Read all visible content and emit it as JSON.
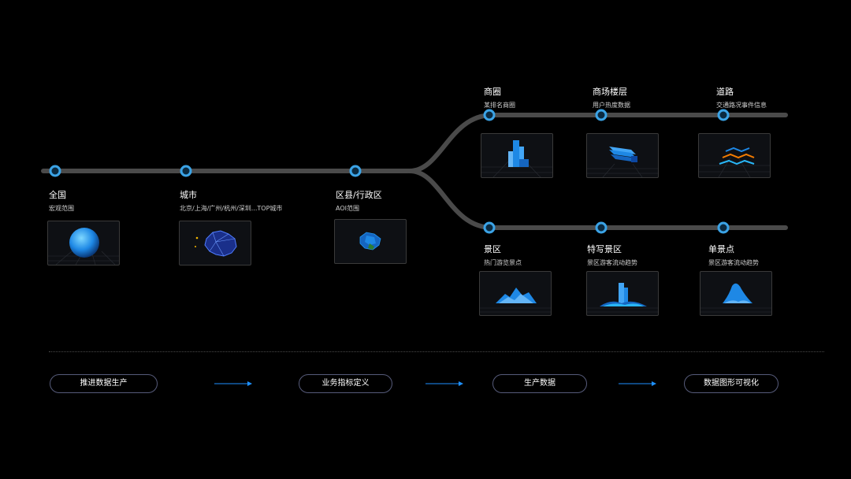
{
  "stages": {
    "country": {
      "title": "全国",
      "subtitle": "宏观范围"
    },
    "city": {
      "title": "城市",
      "subtitle": "北京/上海/广州/杭州/深圳...TOP城市"
    },
    "district": {
      "title": "区县/行政区",
      "subtitle": "AOI范围"
    }
  },
  "upper_branch": {
    "business_circle": {
      "title": "商圈",
      "subtitle": "某排名商圈"
    },
    "mall_floor": {
      "title": "商场楼层",
      "subtitle": "用户热度数据"
    },
    "road": {
      "title": "道路",
      "subtitle": "交通路况事件信息"
    }
  },
  "lower_branch": {
    "scenic_area": {
      "title": "景区",
      "subtitle": "热门游览景点"
    },
    "featured_scenic": {
      "title": "特写景区",
      "subtitle": "景区游客流动趋势"
    },
    "single_spot": {
      "title": "单景点",
      "subtitle": "景区游客流动趋势"
    }
  },
  "process": {
    "step1": "推进数据生产",
    "step2": "业务指标定义",
    "step3": "生产数据",
    "step4": "数据图形可视化"
  },
  "colors": {
    "track": "#4a4a4a",
    "node": "#3ba3e6",
    "accent": "#1e90ff",
    "pill_border": "#565b7a"
  }
}
